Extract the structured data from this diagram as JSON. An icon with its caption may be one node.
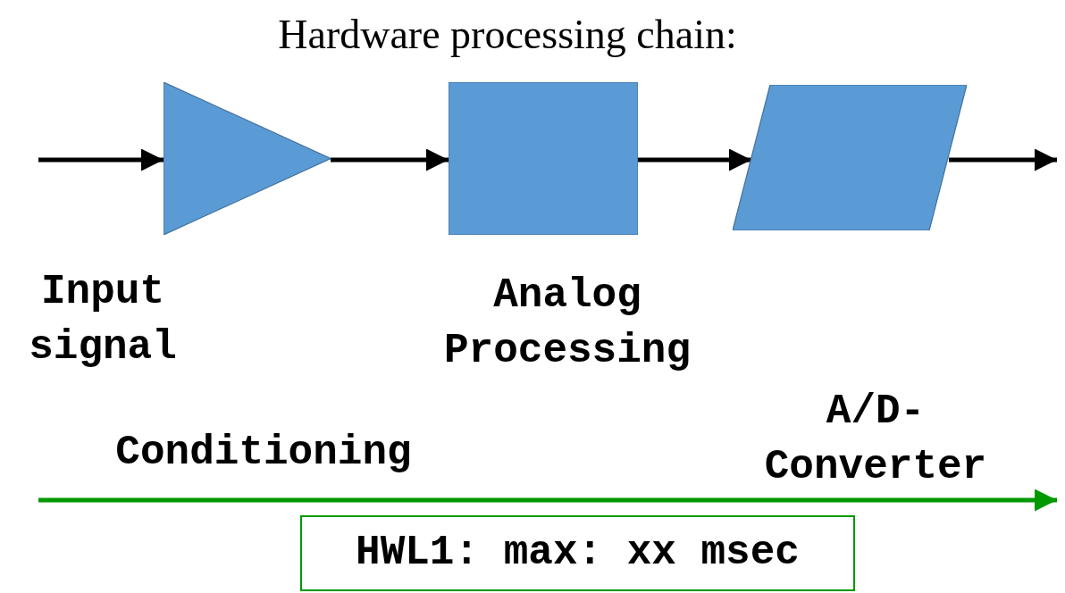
{
  "diagram": {
    "title": "Hardware processing chain:",
    "nodes": [
      {
        "text": [],
        "shape": "triangle"
      },
      {
        "text": [],
        "shape": "box",
        "beside": [
          "Analog Processing"
        ]
      },
      {
        "text": [],
        "shape": "parallelogram"
      },
      {
        "text": [
          "HWL1: max: xx msec"
        ]
      }
    ],
    "edges": [
      {
        "from": null,
        "to": 0,
        "arrow": "to"
      },
      {
        "from": 0,
        "to": 1,
        "arrow": "to"
      },
      {
        "from": 1,
        "to": 2,
        "arrow": "to"
      },
      {
        "from": 2,
        "to": null,
        "arrow": "to"
      }
    ],
    "labels": [
      "Input signal",
      "A/D- Converter",
      "Conditioning"
    ]
  }
}
